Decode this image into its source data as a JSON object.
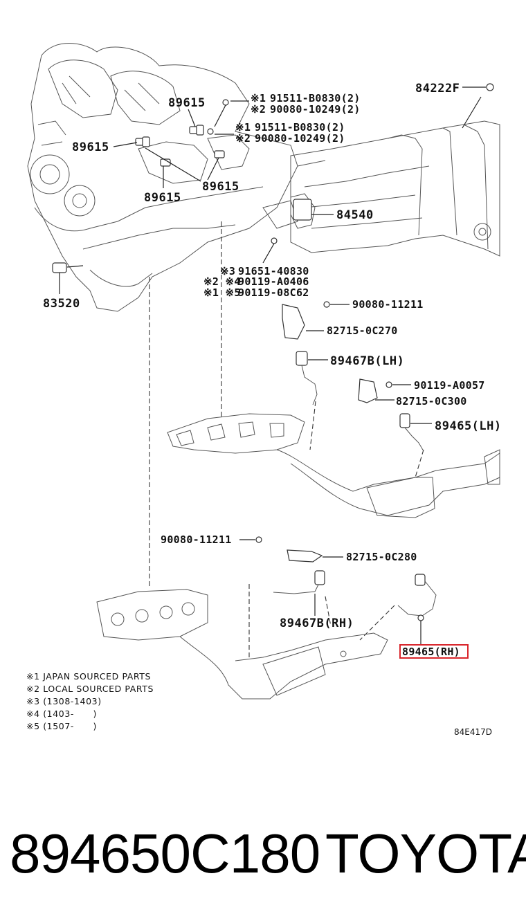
{
  "labels": {
    "l84222F": "84222F",
    "l89615a": "89615",
    "l89615b": "89615",
    "l89615c": "89615",
    "l89615d": "89615",
    "l84540": "84540",
    "l83520": "83520",
    "m1a_mark": "※1",
    "m1a_text": "91511-B0830(2)",
    "m2a_mark": "※2",
    "m2a_text": "90080-10249(2)",
    "m1b_mark": "※1",
    "m1b_text": "91511-B0830(2)",
    "m2b_mark": "※2",
    "m2b_text": "90080-10249(2)",
    "m3_mark": "※3",
    "m3_text": "91651-40830",
    "m4_mark": "※2 ※4",
    "m4_text": "90119-A0406",
    "m5_mark": "※1 ※5",
    "m5_text": "90119-08C62",
    "l9008011211a": "90080-11211",
    "l827150C270": "82715-0C270",
    "l89467BLH": "89467B(LH)",
    "l90119A0057": "90119-A0057",
    "l827150C300": "82715-0C300",
    "l89465LH": "89465(LH)",
    "l9008011211b": "90080-11211",
    "l827150C280": "82715-0C280",
    "l89467BRH": "89467B(RH)",
    "l89465RH": "89465(RH)"
  },
  "notes": [
    "※1 JAPAN SOURCED PARTS",
    "※2 LOCAL SOURCED PARTS",
    "※3 (1308-1403)",
    "※4 (1403-      )",
    "※5 (1507-      )"
  ],
  "diagram_code": "84E417D",
  "footer": {
    "part_number": "894650C180",
    "brand": "TOYOTA"
  },
  "colors": {
    "highlight": "#d9252b"
  }
}
